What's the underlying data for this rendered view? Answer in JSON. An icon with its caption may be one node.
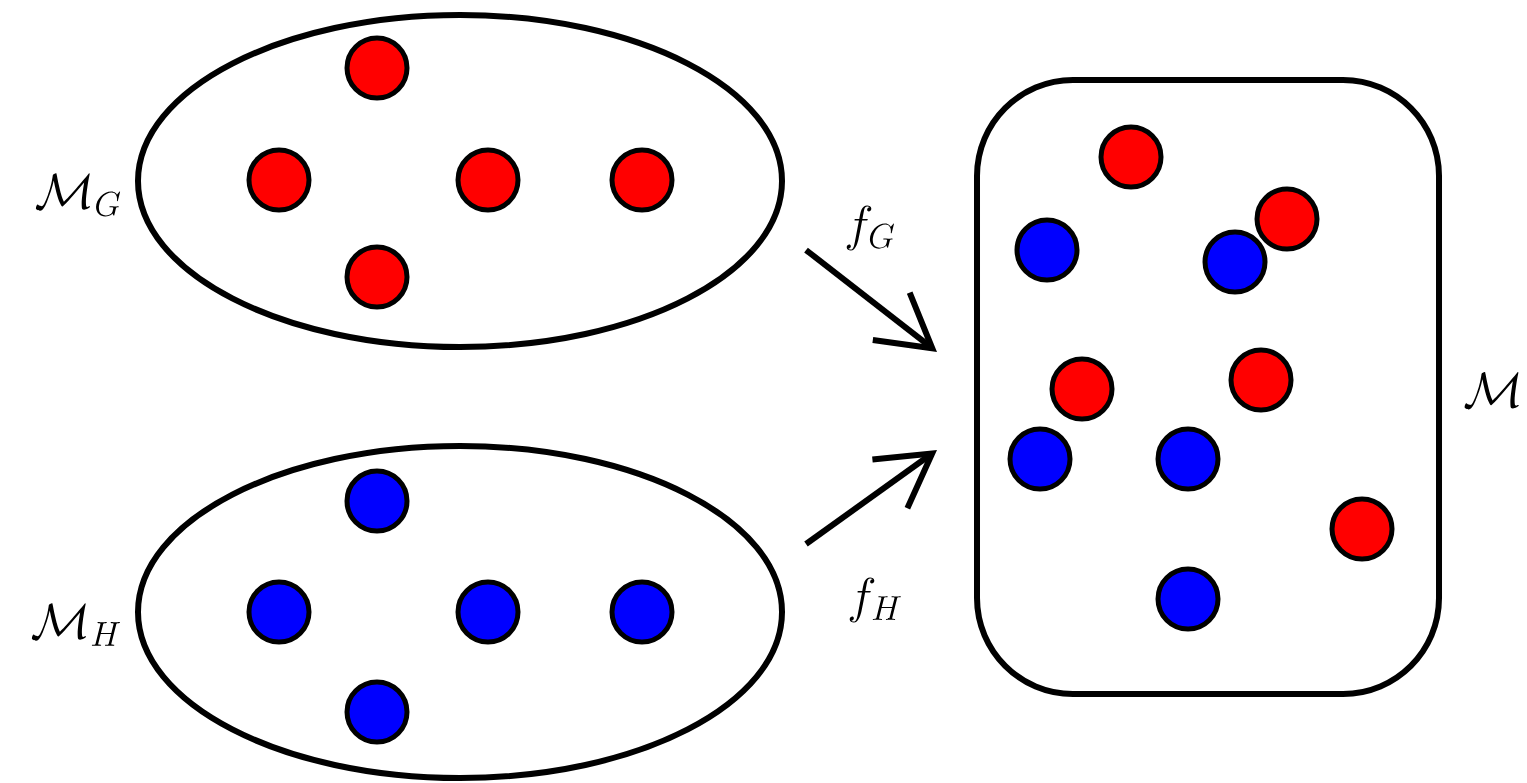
{
  "diagram": {
    "nodes": [
      {
        "text": [
          "\\mathcal{M}_G"
        ]
      },
      {
        "text": [],
        "shape": "circle",
        "in": 0
      },
      {
        "text": [],
        "shape": "circle",
        "in": 0
      },
      {
        "text": [],
        "shape": "circle",
        "in": 0
      },
      {
        "text": [],
        "shape": "circle",
        "in": 0
      },
      {
        "text": [],
        "shape": "circle",
        "in": 0
      },
      {
        "text": [
          "\\mathcal{M}_H"
        ]
      },
      {
        "text": [],
        "shape": "circle",
        "in": 6
      },
      {
        "text": [],
        "shape": "circle",
        "in": 6
      },
      {
        "text": [],
        "shape": "circle",
        "in": 6
      },
      {
        "text": [],
        "shape": "circle",
        "in": 6
      },
      {
        "text": [],
        "shape": "circle",
        "in": 6
      },
      {
        "text": [
          "\\mathcal{M}"
        ]
      },
      {
        "text": [],
        "shape": "circle",
        "in": 12
      },
      {
        "text": [],
        "shape": "circle",
        "in": 12
      },
      {
        "text": [],
        "shape": "circle",
        "in": 12
      },
      {
        "text": [],
        "shape": "circle",
        "in": 12
      },
      {
        "text": [],
        "shape": "circle",
        "in": 12
      },
      {
        "text": [],
        "shape": "circle",
        "in": 12
      },
      {
        "text": [],
        "shape": "circle",
        "in": 12
      },
      {
        "text": [],
        "shape": "circle",
        "in": 12
      },
      {
        "text": [],
        "shape": "circle",
        "in": 12
      },
      {
        "text": [],
        "shape": "circle",
        "in": 12
      }
    ],
    "edges": [
      {
        "from": 0,
        "to": 12,
        "arrow": "to",
        "label": "f_G"
      },
      {
        "from": 6,
        "to": 12,
        "arrow": "to",
        "label": "f_H"
      }
    ]
  }
}
